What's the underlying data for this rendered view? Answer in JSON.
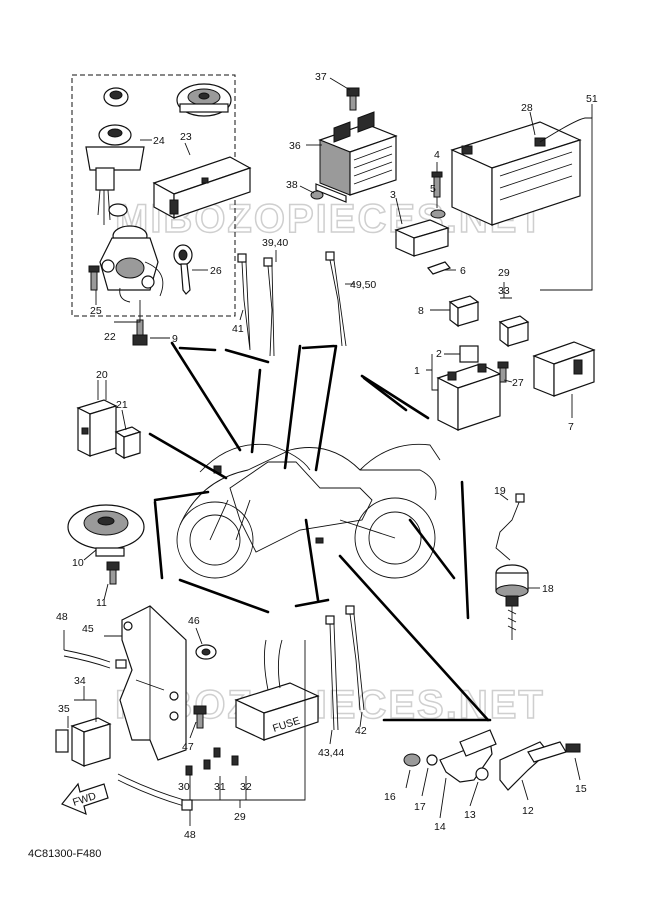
{
  "diagram": {
    "code": "4C81300-F480",
    "watermark": "MIBOZOPIECES.NET",
    "fwd": "FWD",
    "fuse": "FUSE",
    "callouts": {
      "c1": "1",
      "c2": "2",
      "c3": "3",
      "c4": "4",
      "c5": "5",
      "c6": "6",
      "c7": "7",
      "c8": "8",
      "c9": "9",
      "c10": "10",
      "c11": "11",
      "c12": "12",
      "c13": "13",
      "c14": "14",
      "c15": "15",
      "c16": "16",
      "c17": "17",
      "c18": "18",
      "c19": "19",
      "c20": "20",
      "c21": "21",
      "c22": "22",
      "c23": "23",
      "c24": "24",
      "c25": "25",
      "c26": "26",
      "c27": "27",
      "c28": "28",
      "c29a": "29",
      "c29b": "29",
      "c30": "30",
      "c31": "31",
      "c32": "32",
      "c33": "33",
      "c34": "34",
      "c35": "35",
      "c36": "36",
      "c37": "37",
      "c38": "38",
      "c3940": "39,40",
      "c41": "41",
      "c42": "42",
      "c4344": "43,44",
      "c45": "45",
      "c46": "46",
      "c47": "47",
      "c48a": "48",
      "c48b": "48",
      "c4950": "49,50",
      "c51": "51"
    }
  }
}
